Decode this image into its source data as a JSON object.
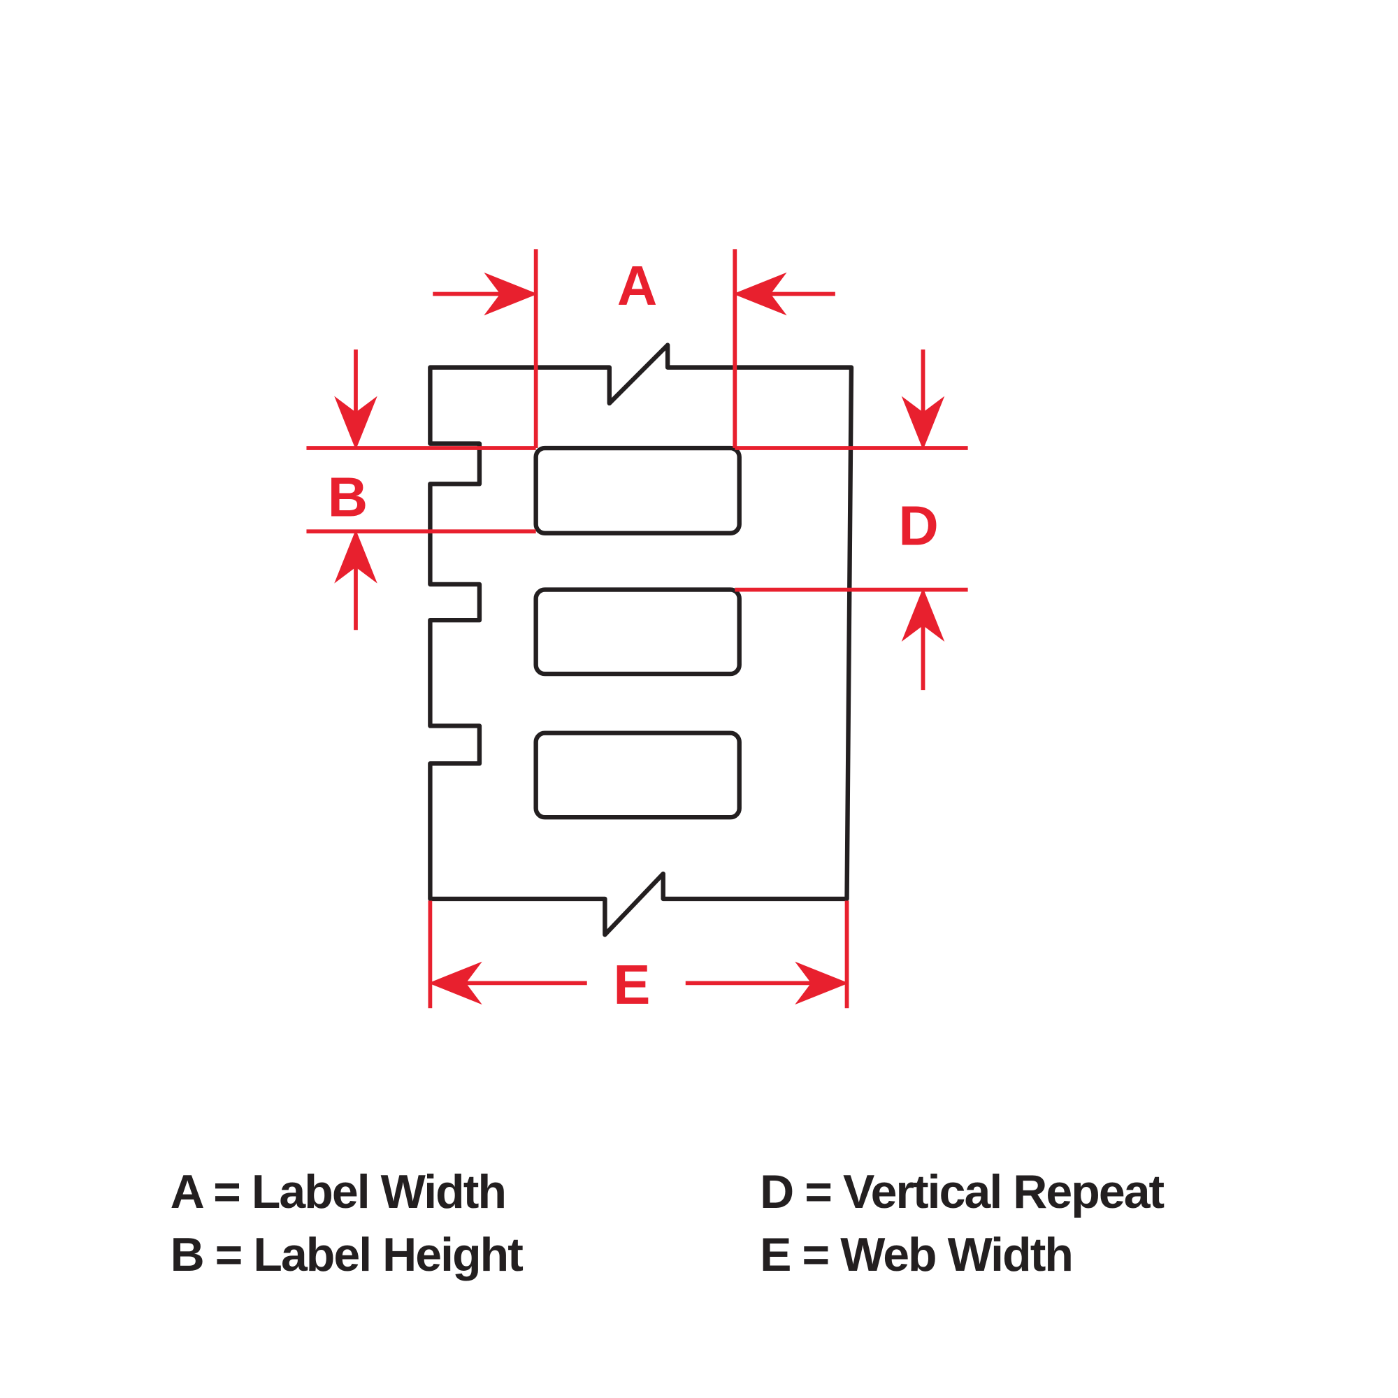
{
  "dimensions": {
    "a": "A",
    "b": "B",
    "d": "D",
    "e": "E"
  },
  "legend": [
    {
      "text": "A = Label Width"
    },
    {
      "text": "B = Label Height"
    },
    {
      "text": "D = Vertical Repeat"
    },
    {
      "text": "E = Web Width"
    }
  ],
  "colors": {
    "dimension": "#e8202e",
    "outline": "#231f20"
  }
}
